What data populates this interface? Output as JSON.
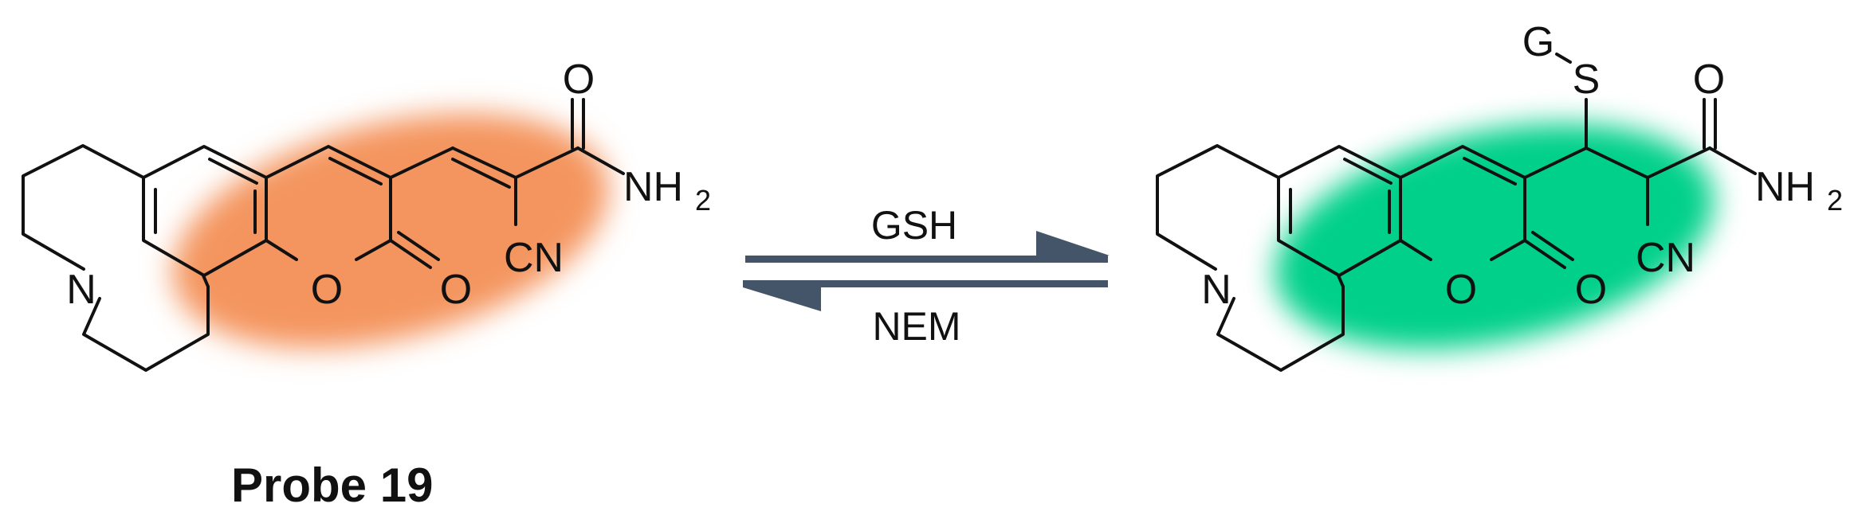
{
  "colors": {
    "probe_highlight": "#f4955f",
    "adduct_highlight": "#00d08a",
    "arrow": "#44556a",
    "ink": "#111111"
  },
  "left_molecule": {
    "atoms": {
      "n": "N",
      "o_ring": "O",
      "o_carbonyl": "O",
      "o_amide": "O",
      "nh": "NH",
      "nh_sub": "2",
      "cn": "CN"
    },
    "caption": "Probe 19"
  },
  "reaction": {
    "forward_reagent": "GSH",
    "reverse_reagent": "NEM"
  },
  "right_molecule": {
    "atoms": {
      "n": "N",
      "o_ring": "O",
      "o_carbonyl": "O",
      "o_amide": "O",
      "nh": "NH",
      "nh_sub": "2",
      "cn": "CN",
      "s": "S",
      "g": "G"
    }
  }
}
